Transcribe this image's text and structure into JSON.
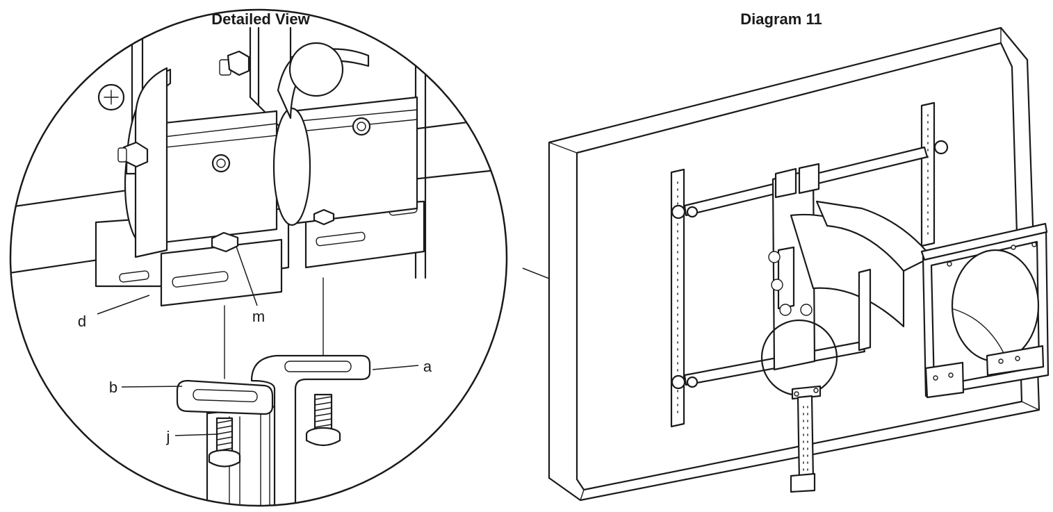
{
  "titles": {
    "detail": "Detailed View",
    "diagram": "Diagram 11"
  },
  "callouts": {
    "a": "a",
    "b": "b",
    "d": "d",
    "j": "j",
    "m": "m"
  }
}
